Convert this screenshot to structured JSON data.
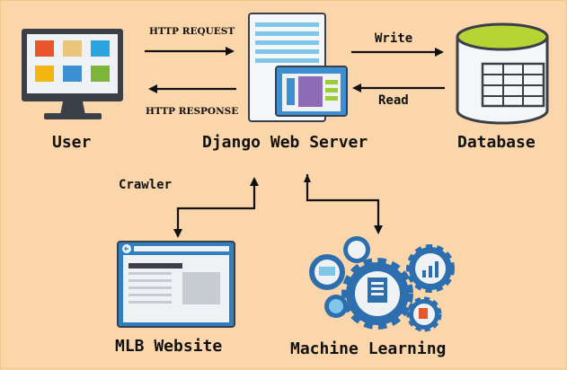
{
  "nodes": {
    "user": "User",
    "server": "Django Web Server",
    "database": "Database",
    "website": "MLB Website",
    "ml": "Machine Learning"
  },
  "edges": {
    "http_request": "HTTP REQUEST",
    "http_response": "HTTP RESPONSE",
    "write": "Write",
    "read": "Read",
    "crawler": "Crawler"
  },
  "colors": {
    "background": "#fcd6ab",
    "monitor": "#3b3f48",
    "screen": "#eef2f5",
    "server_body": "#f4f6f8",
    "server_blue": "#3d8fd1",
    "panel_purple": "#8e6bb5",
    "panel_green": "#9acd32",
    "db_body": "#f4f6f8",
    "db_top": "#b8d334",
    "browser_blue": "#2f7fc1",
    "gear_blue": "#2d6fae",
    "gear_light": "#7fc6e8",
    "arrow": "#111111"
  },
  "icons": [
    "monitor-icon",
    "server-icon",
    "database-icon",
    "browser-icon",
    "gears-icon"
  ]
}
